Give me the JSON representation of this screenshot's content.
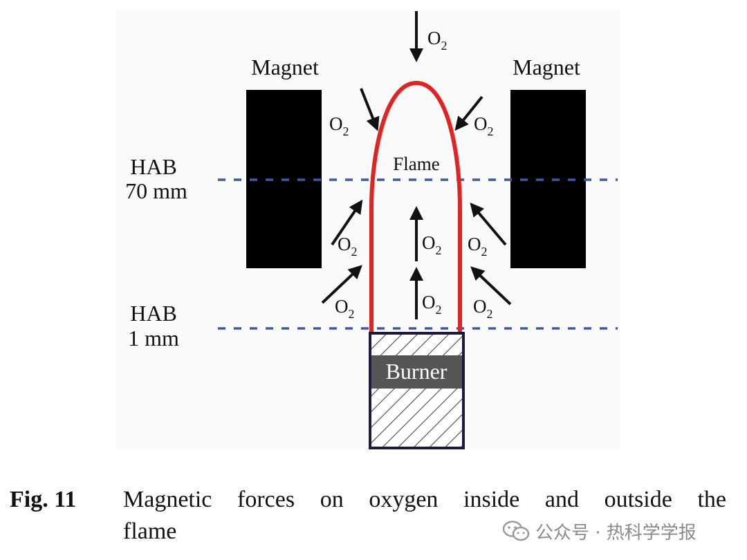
{
  "labels": {
    "magnet_left": "Magnet",
    "magnet_right": "Magnet",
    "hab_top_line1": "HAB",
    "hab_top_line2": "70 mm",
    "hab_bottom_line1": "HAB",
    "hab_bottom_line2": "1 mm",
    "flame": "Flame",
    "burner": "Burner",
    "o2_base": "O",
    "o2_sub": "2"
  },
  "caption": {
    "fig_label": "Fig. 11",
    "line1": "Magnetic forces on oxygen inside and outside the",
    "line2": "flame"
  },
  "watermark": {
    "text": "公众号 · 热科学学报",
    "icon": "wechat-icon"
  },
  "colors": {
    "flame": "#e02424",
    "magnet": "#000000",
    "hab_line": "#3a5aa8",
    "burner_band": "#555555",
    "burner_border": "#1a1a3a"
  }
}
